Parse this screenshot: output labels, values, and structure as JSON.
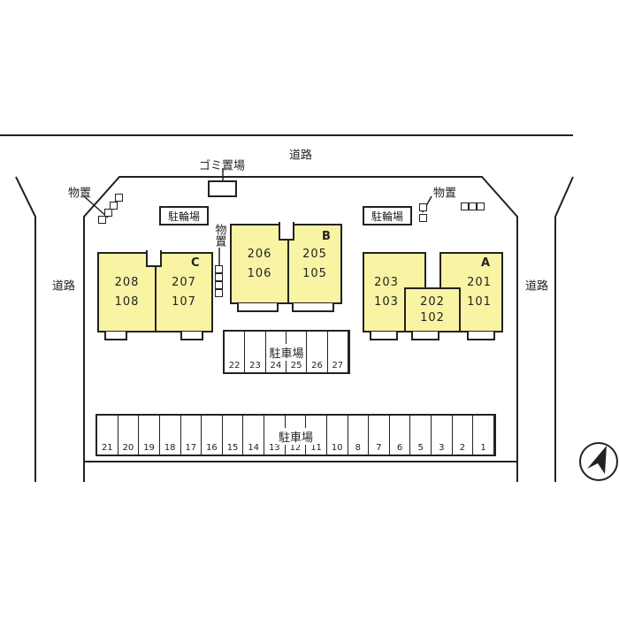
{
  "roads": {
    "top": "道路",
    "left": "道路",
    "right": "道路"
  },
  "facilities": {
    "garbage": "ゴミ置場",
    "bike_left": "駐輪場",
    "bike_right": "駐輪場",
    "storage_left": "物置",
    "storage_middle": "物置",
    "storage_right": "物置"
  },
  "buildings": {
    "C": {
      "name": "C",
      "units": [
        {
          "upper": "208",
          "lower": "108"
        },
        {
          "upper": "207",
          "lower": "107"
        }
      ]
    },
    "B": {
      "name": "B",
      "units": [
        {
          "upper": "206",
          "lower": "106"
        },
        {
          "upper": "205",
          "lower": "105"
        }
      ]
    },
    "A": {
      "name": "A",
      "units": [
        {
          "upper": "203",
          "lower": "103"
        },
        {
          "upper": "202",
          "lower": "102"
        },
        {
          "upper": "201",
          "lower": "101"
        }
      ]
    }
  },
  "parking_upper": {
    "label": "駐車場",
    "spaces": [
      "22",
      "23",
      "24",
      "25",
      "26",
      "27"
    ]
  },
  "parking_lower": {
    "label": "駐車場",
    "spaces": [
      "21",
      "20",
      "19",
      "18",
      "17",
      "16",
      "15",
      "14",
      "13",
      "12",
      "11",
      "10",
      "8",
      "7",
      "6",
      "5",
      "3",
      "2",
      "1"
    ]
  },
  "colors": {
    "unit_fill": "#f8f4a4",
    "line": "#222222"
  }
}
